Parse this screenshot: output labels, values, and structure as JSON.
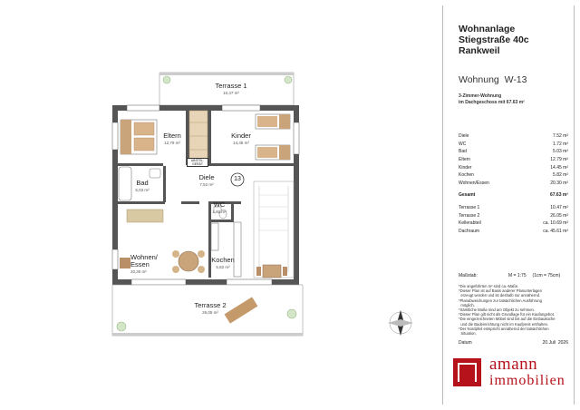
{
  "rooms": {
    "terrasse1": {
      "name": "Terrasse 1",
      "area": "10,47 m²"
    },
    "eltern": {
      "name": "Eltern",
      "area": "12,79 m²"
    },
    "kinder": {
      "name": "Kinder",
      "area": "14,45 m²"
    },
    "dusche_label": "ABSTEL.\nGERÄT",
    "diele": {
      "name": "Diele",
      "area": "7,52 m²"
    },
    "bad": {
      "name": "Bad",
      "area": "5,03 m²"
    },
    "wc": {
      "name": "WC",
      "area": "1,72 m²"
    },
    "unit_badge": "13",
    "wohnen": {
      "name": "Wohnen/\nEssen",
      "area": "20,30 m²"
    },
    "kochen": {
      "name": "Kochen",
      "area": "5,82 m²"
    },
    "terrasse2": {
      "name": "Terrasse 2",
      "area": "26,05 m²"
    }
  },
  "sidebar": {
    "project_line1": "Wohnanlage",
    "project_line2": "Stiegstraße 40c",
    "project_line3": "Rankweil",
    "unit_title": "Wohnung  W-13",
    "unit_desc1": "3-Zimmer-Wohnung",
    "unit_desc2": "im Dachgeschoss mit 67.63 m²",
    "areas": [
      {
        "label": "Diele",
        "value": "7.52 m²"
      },
      {
        "label": "WC",
        "value": "1.72 m²"
      },
      {
        "label": "Bad",
        "value": "5.03 m²"
      },
      {
        "label": "Eltern",
        "value": "12.79 m²"
      },
      {
        "label": "Kinder",
        "value": "14.45 m²"
      },
      {
        "label": "Kochen",
        "value": "5.82 m²"
      },
      {
        "label": "Wohnen/Essen",
        "value": "20.30 m²"
      }
    ],
    "total": {
      "label": "Gesamt",
      "value": "67.63 m²"
    },
    "extras": [
      {
        "label": "Terrasse 1",
        "value": "10.47 m²"
      },
      {
        "label": "Terrasse 2",
        "value": "26.05 m²"
      },
      {
        "label": "Kellerabteil",
        "value": "ca. 10.69 m²"
      },
      {
        "label": "Dachraum",
        "value": "ca. 45.61 m²"
      }
    ],
    "scale_label": "Maßstab:",
    "scale_value": "M = 1:75     (1cm = 75cm)",
    "notes": [
      "*Die angeführten m² sind ca.-Maße.",
      "*Dieser Plan ist auf Basis anderer Planunterlagen",
      "  erzeugt worden und ist deshalb nur annähernd.",
      "*Planabweichungen zur tatsächlichen Ausführung",
      "  möglich.",
      "*Sämtliche Maße sind am Objekt zu nehmen.",
      "*Dieser Plan gilt nicht als Grundlage für ein Kaufangebot.",
      "*Die eingezeichneten Möbel sind bis auf die Einbauküche",
      "  und die Badeinrichtung nicht im Kaufpreis enthalten.",
      "*Der Nordpfeil entspricht annähernd der tatsächlichen",
      "  Situation."
    ],
    "date_label": "Datum",
    "date_value": "20.Juli  2026"
  },
  "logo": {
    "line1": "amann",
    "line2": "immobilien",
    "color": "#b5121b"
  }
}
